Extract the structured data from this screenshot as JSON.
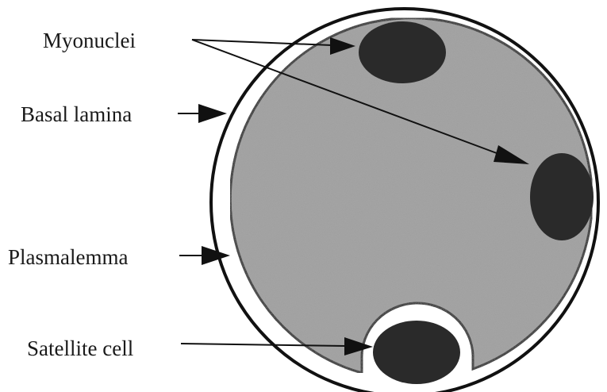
{
  "diagram": {
    "labels": {
      "myonuclei": "Myonuclei",
      "basal_lamina": "Basal lamina",
      "plasmalemma": "Plasmalemma",
      "satellite_cell": "Satellite cell"
    },
    "colors": {
      "background": "#ffffff",
      "cytoplasm": "#9f9f9f",
      "nucleus": "#2a2a2a",
      "membrane": "#111111",
      "text": "#1a1a1a"
    }
  }
}
